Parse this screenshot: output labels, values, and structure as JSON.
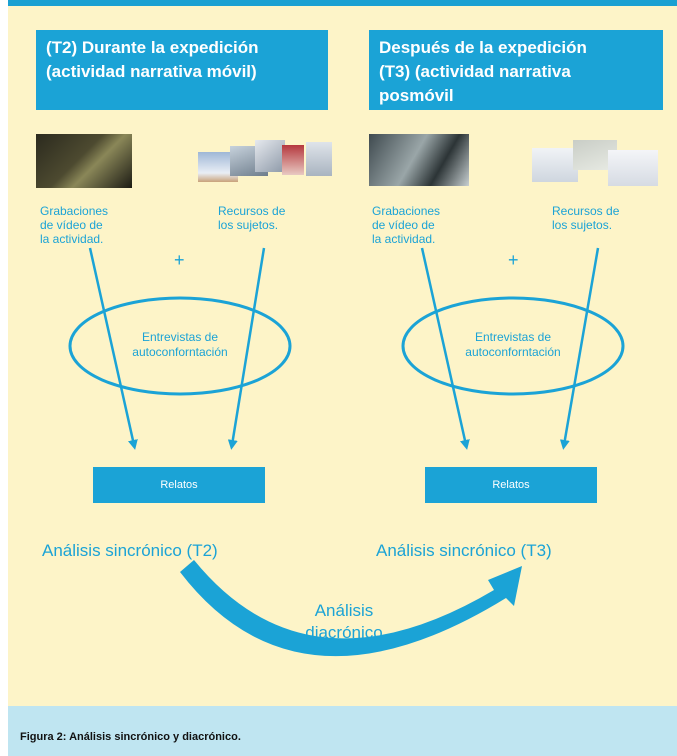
{
  "left": {
    "title": "(T2) Durante la expedición\n(actividad narrativa móvil)",
    "label_video": "Grabaciones\nde vídeo de\nla actividad.",
    "label_resources": "Recursos de\nlos sujetos.",
    "plus": "+",
    "interview": "Entrevistas de\nautoconforntación",
    "relatos": "Relatos",
    "analysis": "Análisis sincrónico (T2)"
  },
  "right": {
    "title": "Después de la expedición\n(T3) (actividad narrativa\nposmóvil",
    "label_video": "Grabaciones\nde vídeo de\nla actividad.",
    "label_resources": "Recursos de\nlos sujetos.",
    "plus": "+",
    "interview": "Entrevistas de\nautoconforntación",
    "relatos": "Relatos",
    "analysis": "Análisis sincrónico (T3)"
  },
  "diachronic": "Análisis\ndiacrónico",
  "caption": "Figura 2: Análisis sincrónico y diacrónico.",
  "colors": {
    "accent": "#1ba3d6",
    "panel": "#fdf4c8",
    "caption_bar": "#bfe5f1"
  }
}
